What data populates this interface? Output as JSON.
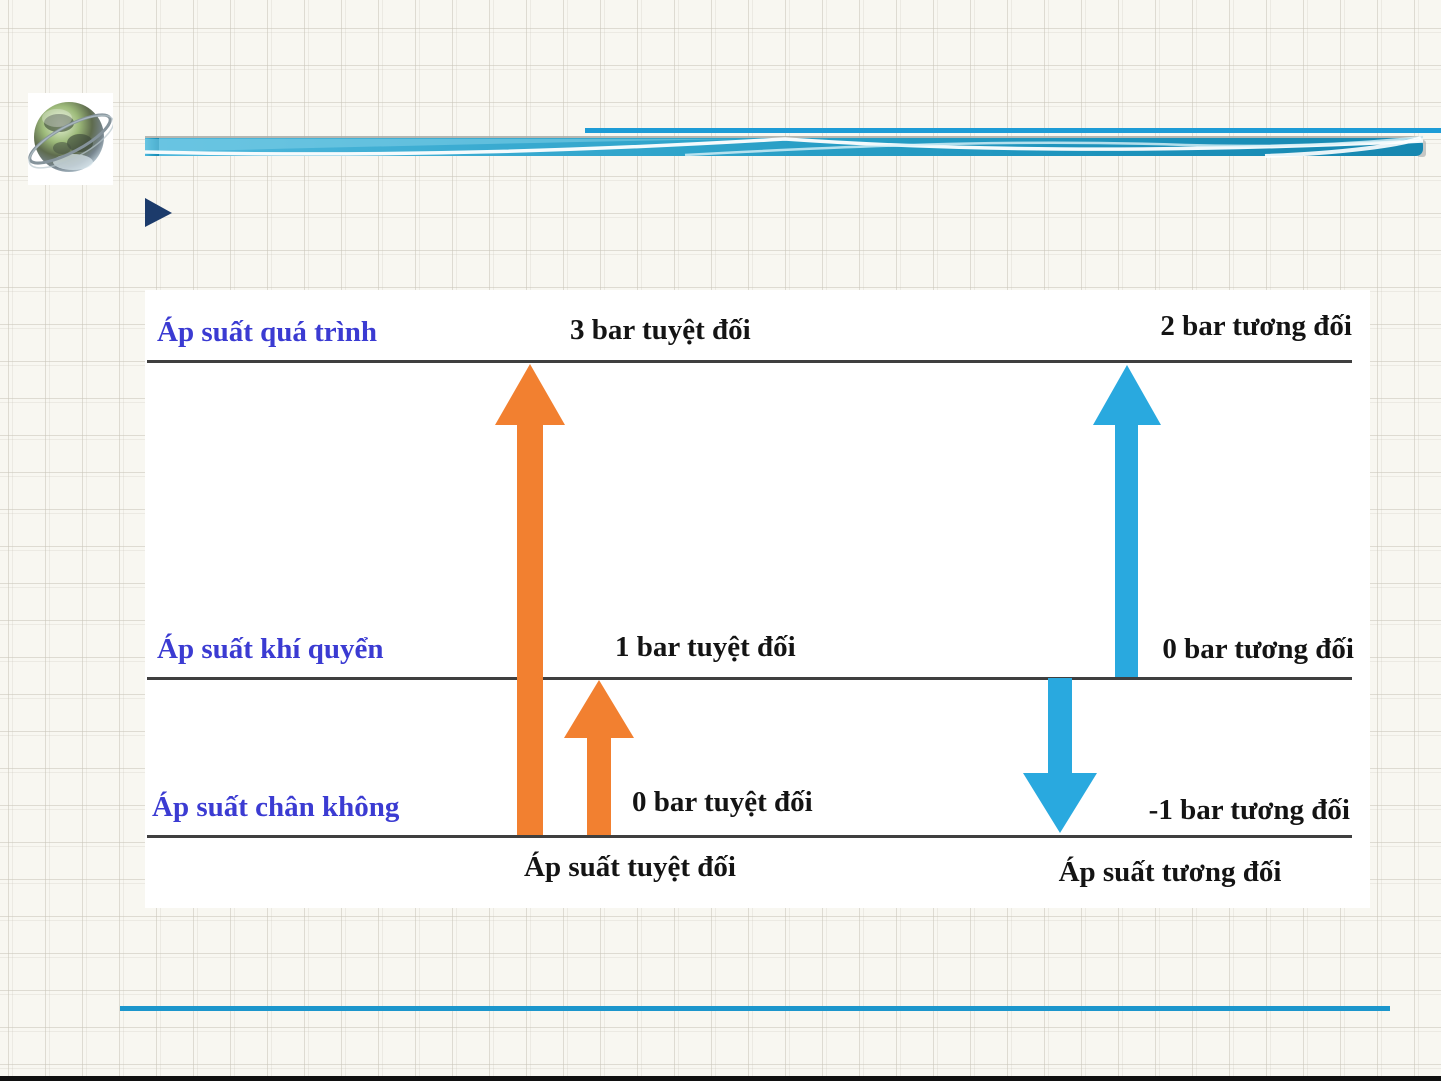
{
  "slide": {
    "icons": {
      "logo": "globe-orbit-icon",
      "bullet": "right-triangle-icon"
    },
    "accent_colors": {
      "header_thin_line": "#1E9CD6",
      "header_band_teal": "#1D93BC",
      "footer_line": "#1C96CC",
      "bullet_navy": "#1C3B6B"
    }
  },
  "diagram": {
    "levels": [
      {
        "label": "Áp suất quá trình",
        "absolute": "3 bar tuyệt đối",
        "relative": "2 bar tương đối"
      },
      {
        "label": "Áp suất khí quyển",
        "absolute": "1 bar tuyệt đối",
        "relative": "0 bar tương đối"
      },
      {
        "label": "Áp suất chân không",
        "absolute": "0 bar tuyệt đối",
        "relative": "-1 bar tương đối"
      }
    ],
    "captions": {
      "absolute": "Áp suất tuyệt đối",
      "relative": "Áp suất tương đối"
    },
    "colors": {
      "absolute_arrow": "#F28030",
      "relative_arrow": "#29A9DF",
      "level_label_blue": "#3B3BD2",
      "line_gray": "#3F3F3F"
    },
    "arrows": [
      {
        "name": "absolute-pressure-full-range",
        "color_key": "absolute_arrow",
        "direction": "up",
        "from_level": "Áp suất chân không",
        "to_level": "Áp suất quá trình"
      },
      {
        "name": "absolute-pressure-to-atmosphere",
        "color_key": "absolute_arrow",
        "direction": "up",
        "from_level": "Áp suất chân không",
        "to_level": "Áp suất khí quyển"
      },
      {
        "name": "relative-pressure-positive",
        "color_key": "relative_arrow",
        "direction": "up",
        "from_level": "Áp suất khí quyển",
        "to_level": "Áp suất quá trình"
      },
      {
        "name": "relative-pressure-negative",
        "color_key": "relative_arrow",
        "direction": "down",
        "from_level": "Áp suất khí quyển",
        "to_level": "Áp suất chân không"
      }
    ]
  }
}
